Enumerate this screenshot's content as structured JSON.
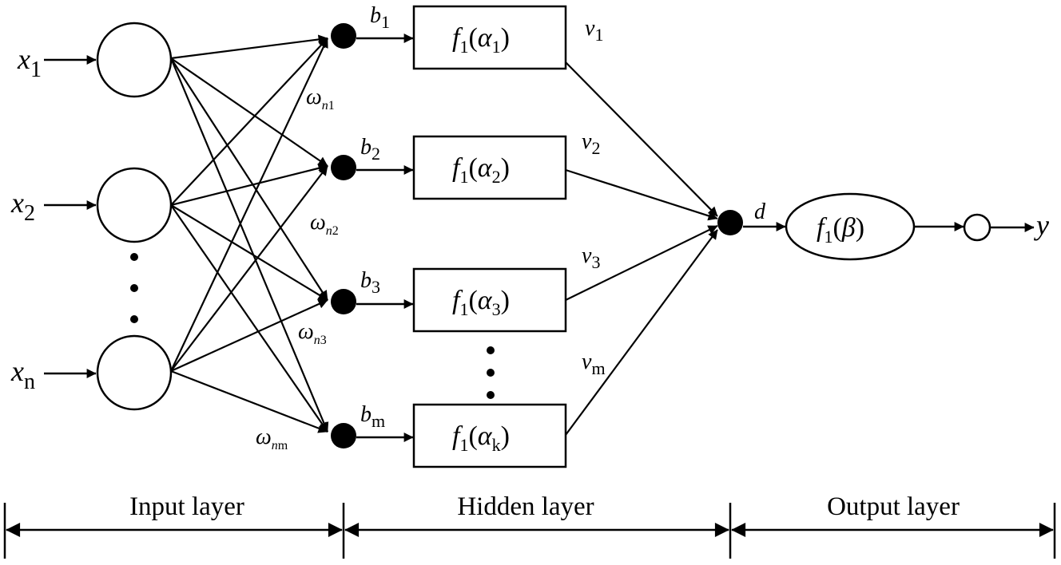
{
  "inputs": [
    {
      "base": "x",
      "sub": "1"
    },
    {
      "base": "x",
      "sub": "2"
    },
    {
      "base": "x",
      "sub": "n"
    }
  ],
  "biases": [
    {
      "base": "b",
      "sub": "1"
    },
    {
      "base": "b",
      "sub": "2"
    },
    {
      "base": "b",
      "sub": "3"
    },
    {
      "base": "b",
      "sub": "m"
    }
  ],
  "weights": [
    {
      "base": "ω",
      "sub1": "n",
      "sub2": "1"
    },
    {
      "base": "ω",
      "sub1": "n",
      "sub2": "2"
    },
    {
      "base": "ω",
      "sub1": "n",
      "sub2": "3"
    },
    {
      "base": "ω",
      "sub1": "n",
      "sub2": "m"
    }
  ],
  "hidden_units": [
    {
      "fn": "f",
      "fn_sub": "1",
      "arg": "α",
      "arg_sub": "1"
    },
    {
      "fn": "f",
      "fn_sub": "1",
      "arg": "α",
      "arg_sub": "2"
    },
    {
      "fn": "f",
      "fn_sub": "1",
      "arg": "α",
      "arg_sub": "3"
    },
    {
      "fn": "f",
      "fn_sub": "1",
      "arg": "α",
      "arg_sub": "k"
    }
  ],
  "outputs_v": [
    {
      "base": "v",
      "sub": "1"
    },
    {
      "base": "v",
      "sub": "2"
    },
    {
      "base": "v",
      "sub": "3"
    },
    {
      "base": "v",
      "sub": "m"
    }
  ],
  "output_bias": "d",
  "output_unit": {
    "fn": "f",
    "fn_sub": "1",
    "arg": "β"
  },
  "output_label": "y",
  "layers": {
    "input": "Input layer",
    "hidden": "Hidden layer",
    "output": "Output layer"
  }
}
